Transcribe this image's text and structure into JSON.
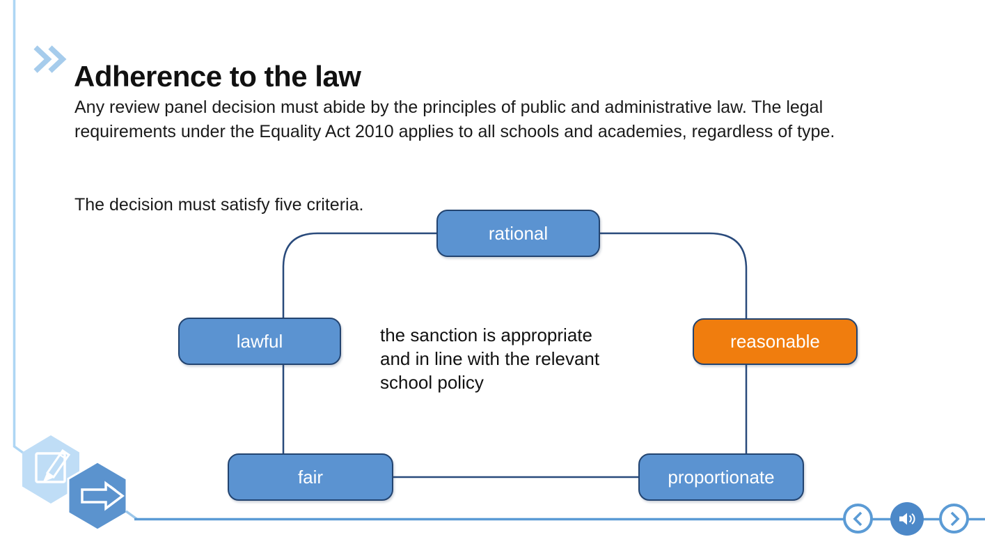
{
  "slide": {
    "title": "Adherence to the law",
    "body_paragraph": "Any review panel decision must abide by the principles of public and administrative law. The legal requirements under the Equality Act 2010 applies to all schools and academies, regardless of type.",
    "criteria_intro": "The decision must satisfy five criteria."
  },
  "diagram": {
    "nodes": [
      {
        "id": "rational",
        "label": "rational",
        "highlighted": false
      },
      {
        "id": "lawful",
        "label": "lawful",
        "highlighted": false
      },
      {
        "id": "reasonable",
        "label": "reasonable",
        "highlighted": true
      },
      {
        "id": "fair",
        "label": "fair",
        "highlighted": false
      },
      {
        "id": "proportionate",
        "label": "proportionate",
        "highlighted": false
      }
    ],
    "caption_lines": [
      "the sanction is appropriate",
      "and in line with the relevant",
      "school policy"
    ]
  },
  "footer": {
    "decorative_icons": [
      "edit-note-icon",
      "arrow-right-icon"
    ],
    "nav_buttons": [
      "previous-button",
      "audio-button",
      "next-button"
    ]
  },
  "colors": {
    "accent_blue": "#5B9BD5",
    "node_blue": "#5B93D1",
    "node_orange": "#F07D0E",
    "node_border": "#234470",
    "connector_navy": "#294A7B",
    "left_line_blue": "#AED6F4",
    "hexagon_light": "#BFDDF6",
    "hexagon_dark": "#5B93CE",
    "audio_fill": "#4C88C8"
  }
}
